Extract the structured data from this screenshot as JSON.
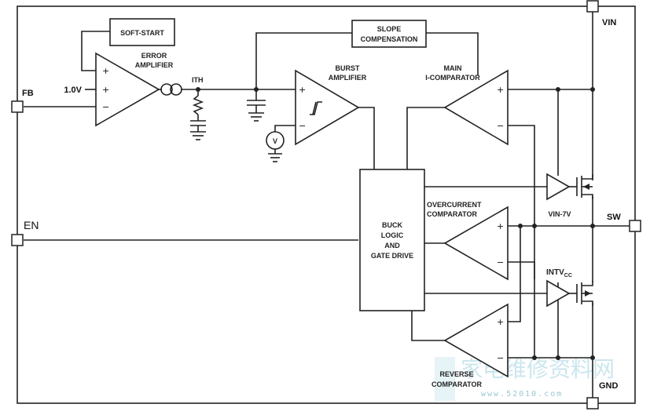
{
  "pins": {
    "fb": "FB",
    "en": "EN",
    "vin": "VIN",
    "sw": "SW",
    "gnd": "GND"
  },
  "blocks": {
    "soft_start": "SOFT-START",
    "error_amplifier": [
      "ERROR",
      "AMPLIFIER"
    ],
    "slope_compensation": [
      "SLOPE",
      "COMPENSATION"
    ],
    "burst_amplifier": [
      "BURST",
      "AMPLIFIER"
    ],
    "main_comparator": [
      "MAIN",
      "I-COMPARATOR"
    ],
    "overcurrent_comparator": [
      "OVERCURRENT",
      "COMPARATOR"
    ],
    "reverse_comparator": [
      "REVERSE",
      "COMPARATOR"
    ],
    "buck_logic": [
      "BUCK",
      "LOGIC",
      "AND",
      "GATE DRIVE"
    ]
  },
  "labels": {
    "reference": "1.0V",
    "ith": "ITH",
    "vin_minus_7v": "VIN-7V",
    "intvcc_main": "INTV",
    "intvcc_sub": "CC",
    "voltage_source": "V"
  },
  "watermark": {
    "text": "家电维修资料网",
    "url": "www.52010.com"
  }
}
